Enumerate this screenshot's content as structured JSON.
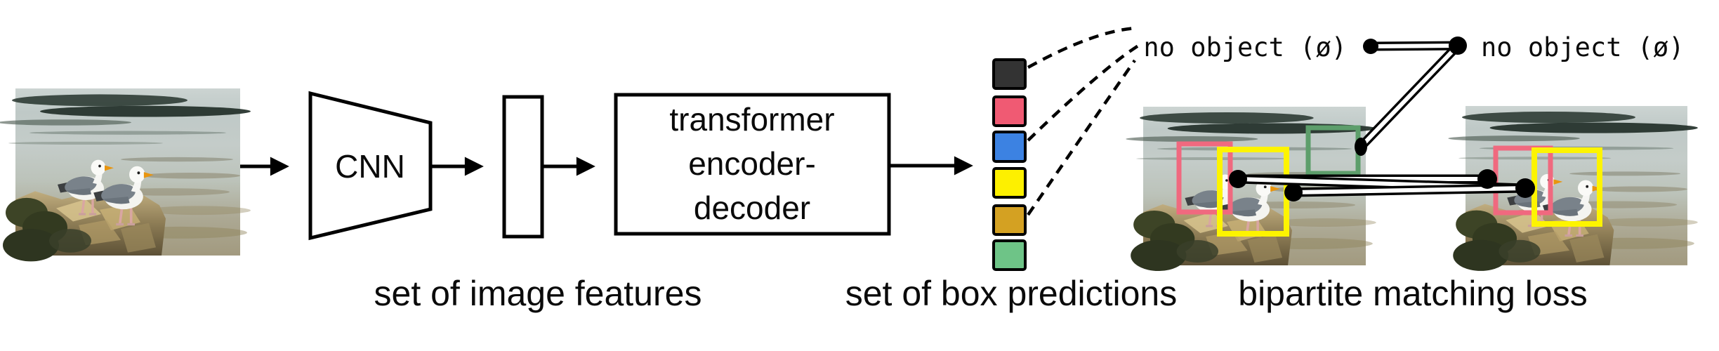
{
  "figure": {
    "title": "DETR architecture diagram",
    "labels": {
      "cnn": "CNN",
      "transformer_line1": "transformer",
      "transformer_line2": "encoder-",
      "transformer_line3": "decoder",
      "set_of_image_features": "set of image features",
      "set_of_box_predictions": "set of box predictions",
      "bipartite_matching_loss": "bipartite matching loss",
      "no_object_left": "no object (ø)",
      "no_object_right": "no object (ø)"
    }
  },
  "prediction_squares": [
    {
      "name": "prediction-black",
      "color": "#333333"
    },
    {
      "name": "prediction-pink",
      "color": "#f05a73"
    },
    {
      "name": "prediction-blue",
      "color": "#3c82e2"
    },
    {
      "name": "prediction-yellow",
      "color": "#fdf000"
    },
    {
      "name": "prediction-orange",
      "color": "#d4a122"
    },
    {
      "name": "prediction-green",
      "color": "#6ec487"
    }
  ],
  "colors": {
    "pink_box": "#f0697f",
    "yellow_box": "#fdf400",
    "green_box": "#5d9e6b",
    "line": "#000000",
    "background": "#ffffff"
  },
  "matched_boxes": {
    "predicted_image": [
      "pink",
      "yellow",
      "green"
    ],
    "ground_truth_image": [
      "pink",
      "yellow"
    ]
  }
}
